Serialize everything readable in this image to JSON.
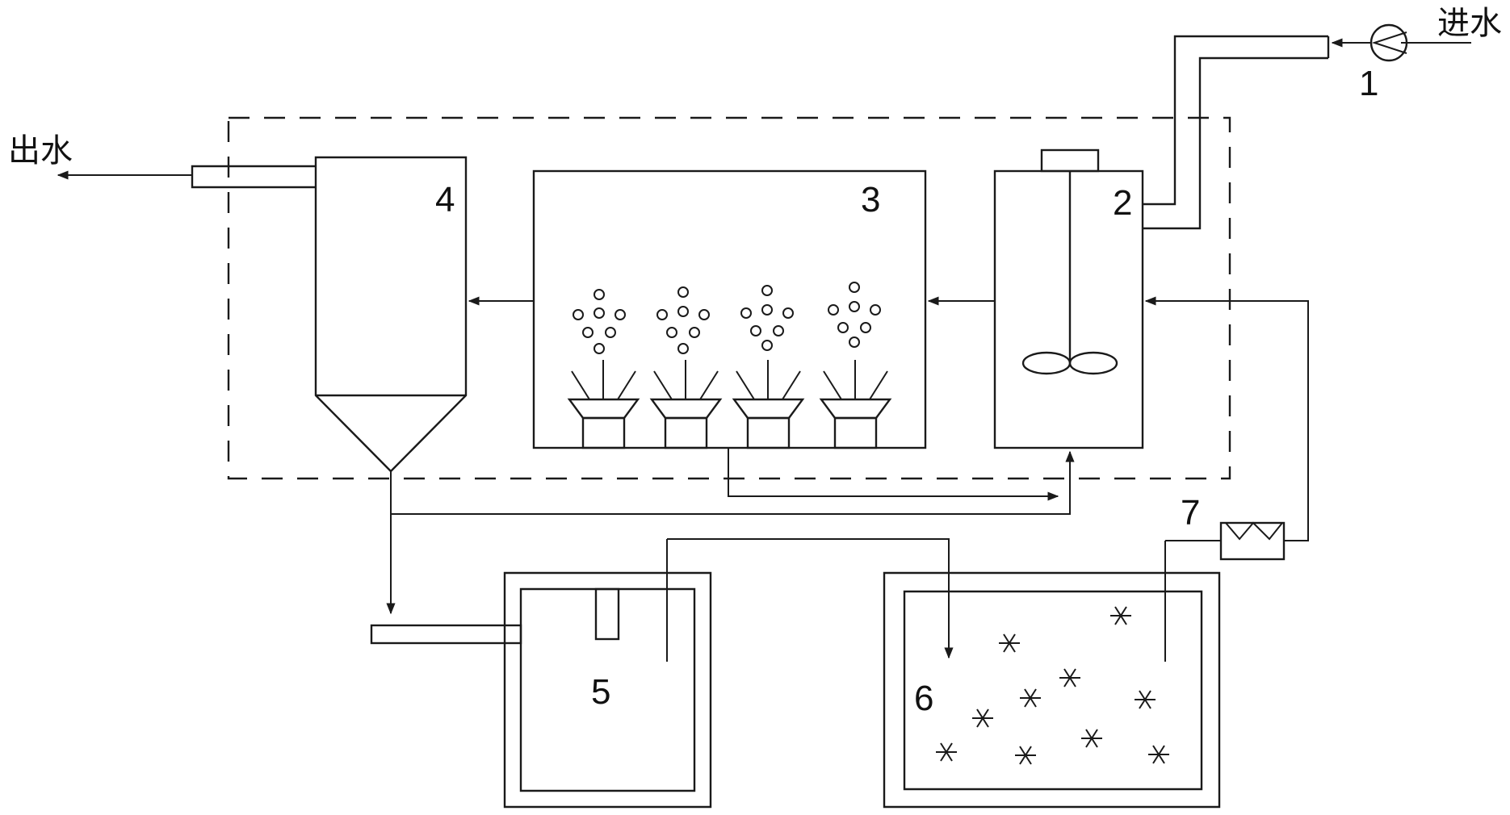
{
  "labels": {
    "inlet": "进水",
    "outlet": "出水",
    "pump_number": "1",
    "mixer_number": "2",
    "aeration_number": "3",
    "clarifier_number": "4",
    "tank5_number": "5",
    "tank6_number": "6",
    "valve_number": "7"
  },
  "colors": {
    "line": "#1a1a1a",
    "background": "#ffffff"
  }
}
